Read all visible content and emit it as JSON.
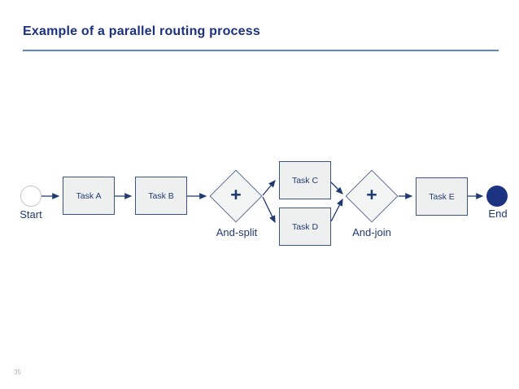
{
  "slide": {
    "title": "Example of a parallel routing process",
    "page_number": "35"
  },
  "colors": {
    "title-blue": "#1b3181",
    "navy": "#203a72",
    "rule-blue": "#5d86c8",
    "box-fill": "#eef0f0",
    "box-border": "#3a5585",
    "diamond-fill": "#f3f4f4",
    "diamond-border": "#5d6f94",
    "start-border": "#c6c6c6",
    "end-fill": "#1b3380",
    "page-gray": "#b3b3b3"
  },
  "diagram": {
    "start": {
      "label": "Start"
    },
    "end": {
      "label": "End"
    },
    "tasks": [
      {
        "label": "Task A"
      },
      {
        "label": "Task B"
      },
      {
        "label": "Task C"
      },
      {
        "label": "Task D"
      },
      {
        "label": "Task E"
      }
    ],
    "gateways": [
      {
        "symbol": "+",
        "label": "And-split"
      },
      {
        "symbol": "+",
        "label": "And-join"
      }
    ]
  }
}
